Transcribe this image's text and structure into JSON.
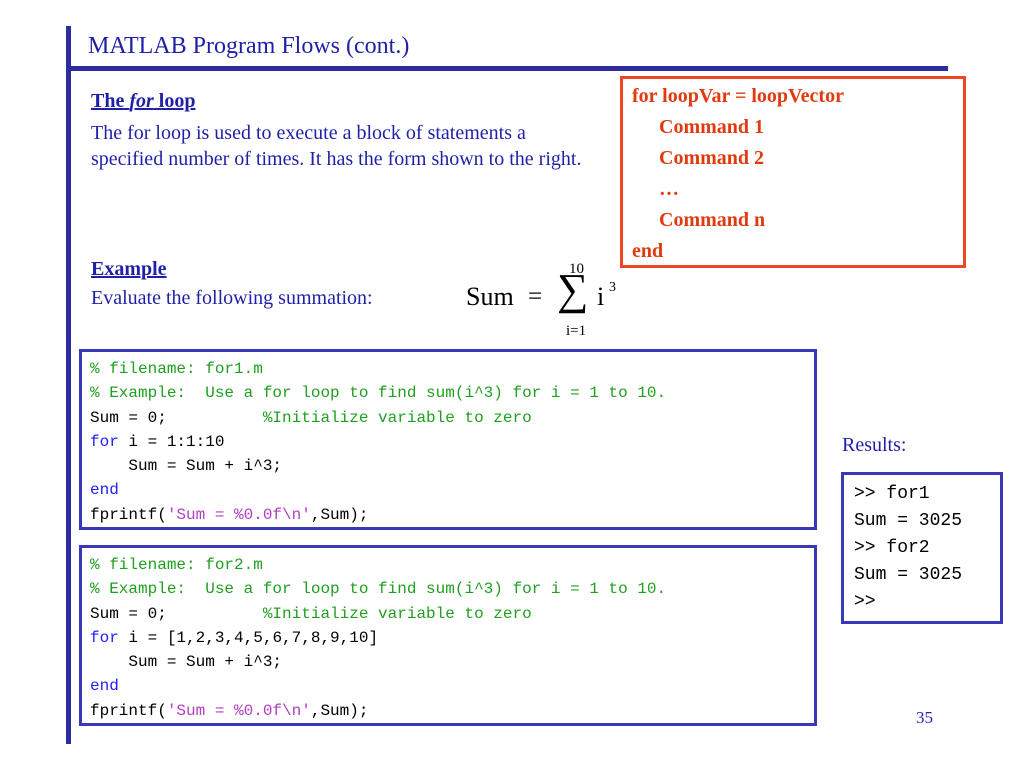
{
  "slide": {
    "title": "MATLAB Program Flows (cont.)",
    "page_number": "35"
  },
  "for_section": {
    "heading_prefix": "The ",
    "heading_italic": "for",
    "heading_suffix": " loop",
    "paragraph": "The for loop is used to execute a block of statements a specified number of times.  It has the form shown to the right."
  },
  "syntax_box": {
    "lines": [
      "for loopVar = loopVector",
      "Command 1",
      "Command 2",
      "…",
      "Command n",
      "end"
    ],
    "border_color": "#f04525",
    "text_color": "#e03a0e"
  },
  "example": {
    "heading": "Example",
    "text": "Evaluate the following summation:",
    "formula": {
      "lhs": "Sum",
      "equals": "=",
      "sigma": "∑",
      "upper": "10",
      "lower": "i=1",
      "term": "i",
      "exponent": "3"
    }
  },
  "code1": {
    "line1": "% filename: for1.m",
    "line2": "% Example:  Use a for loop to find sum(i^3) for i = 1 to 10.",
    "line3_code": "Sum = 0;          ",
    "line3_comment": "%Initialize variable to zero",
    "line4_keyword": "for",
    "line4_rest": " i = 1:1:10",
    "line5": "    Sum = Sum + i^3;",
    "line6_keyword": "end",
    "line7_start": "fprintf(",
    "line7_string": "'Sum = %0.0f\\n'",
    "line7_end": ",Sum);"
  },
  "code2": {
    "line1": "% filename: for2.m",
    "line2": "% Example:  Use a for loop to find sum(i^3) for i = 1 to 10.",
    "line3_code": "Sum = 0;          ",
    "line3_comment": "%Initialize variable to zero",
    "line4_keyword": "for",
    "line4_rest": " i = [1,2,3,4,5,6,7,8,9,10]",
    "line5": "    Sum = Sum + i^3;",
    "line6_keyword": "end",
    "line7_start": "fprintf(",
    "line7_string": "'Sum = %0.0f\\n'",
    "line7_end": ",Sum);"
  },
  "results": {
    "label": "Results:",
    "lines": [
      ">> for1",
      "Sum = 3025",
      ">> for2",
      "Sum = 3025",
      ">>"
    ]
  },
  "colors": {
    "title_blue": "#1f1fa8",
    "rule_blue": "#2d2d9e",
    "code_border": "#3838b8",
    "comment_green": "#20a020",
    "keyword_blue": "#2020ff",
    "string_purple": "#b040c0"
  }
}
